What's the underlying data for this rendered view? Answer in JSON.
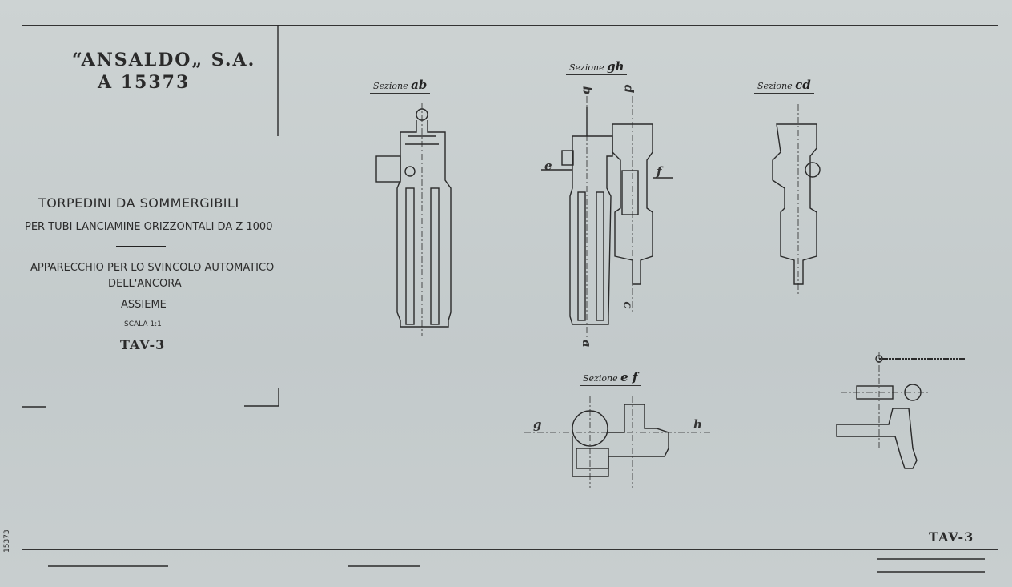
{
  "header": {
    "company": "“ANSALDO„ S.A.",
    "drawing_number": "A 15373"
  },
  "title_block": {
    "title": "TORPEDINI DA SOMMERGIBILI",
    "subtitle": "PER TUBI LANCIAMINE ORIZZONTALI DA Z 1000",
    "description_line1": "APPARECCHIO PER LO SVINCOLO  AUTOMATICO",
    "description_line2": "DELL'ANCORA",
    "assembly": "ASSIEME",
    "scale": "SCALA 1:1",
    "sheet": "TAV-3"
  },
  "sections": [
    {
      "prefix": "Sezione",
      "letters": "ab"
    },
    {
      "prefix": "Sezione",
      "letters": "gh"
    },
    {
      "prefix": "Sezione",
      "letters": "cd"
    },
    {
      "prefix": "Sezione",
      "letters": "e f"
    }
  ],
  "cut_letters": {
    "a": "a",
    "b": "b",
    "c": "c",
    "d": "d",
    "e": "e",
    "f": "f",
    "g": "g",
    "h": "h"
  },
  "margin_number": "15373",
  "footer_sheet": "TAV-3"
}
